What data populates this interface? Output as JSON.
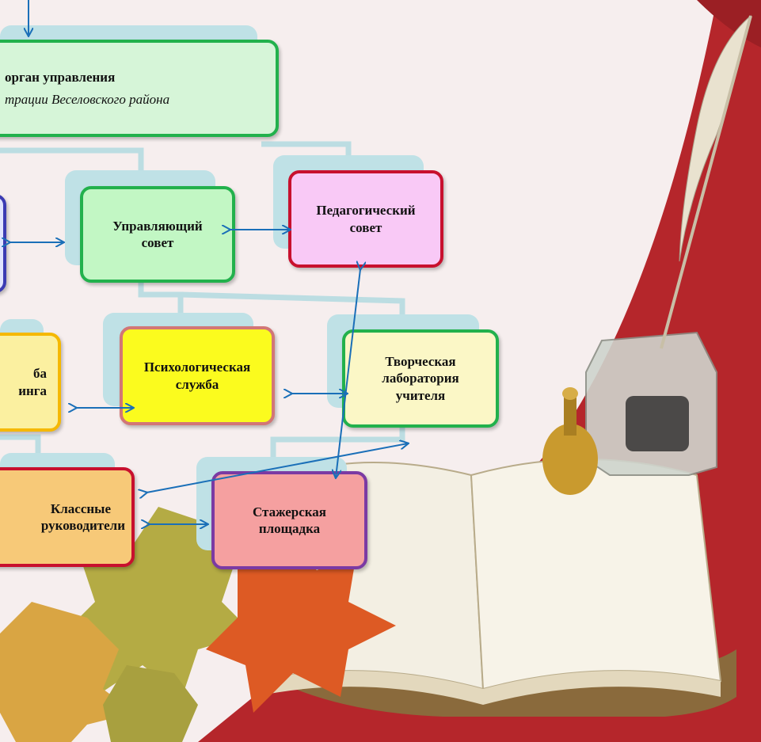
{
  "nodes": {
    "governing_body": {
      "title": "орган управления",
      "subtitle": "трации Веселовского района"
    },
    "managing_council": {
      "line1": "Управляющий",
      "line2": "совет"
    },
    "pedagogical_council": {
      "line1": "Педагогический",
      "line2": "совет"
    },
    "psych_service": {
      "line1": "Психологическая",
      "line2": "служба"
    },
    "creative_lab": {
      "line1": "Творческая",
      "line2": "лаборатория",
      "line3": "учителя"
    },
    "monitoring_service": {
      "line1": "ба",
      "line2": "инга"
    },
    "class_teachers": {
      "line1": "Классные",
      "line2": "руководители"
    },
    "internship_site": {
      "line1": "Стажерская",
      "line2": "площадка"
    }
  },
  "colors": {
    "background": "#f6eeee",
    "red_panel": "#b5262b",
    "arrow": "#1a6fb8",
    "connector": "#bcdde2",
    "shadow_block": "#bfe1e6"
  }
}
